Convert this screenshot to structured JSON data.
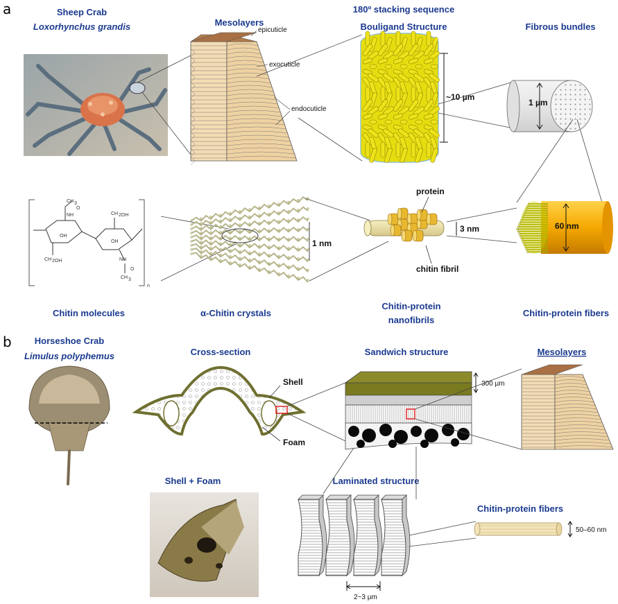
{
  "panel_a": {
    "letter": "a",
    "sheep_crab_title": "Sheep Crab",
    "sheep_crab_species": "Loxorhynchus grandis",
    "mesolayers": "Mesolayers",
    "epicuticle": "epicuticle",
    "exocuticle": "exocuticle",
    "endocuticle": "endocuticle",
    "stacking_title": "180º stacking sequence",
    "bouligand": "Bouligand Structure",
    "bouligand_scale": "~10 µm",
    "fibrous_bundles": "Fibrous bundles",
    "bundle_scale": "1 µm",
    "chitin_molecules": "Chitin molecules",
    "alpha_chitin": "α-Chitin crystals",
    "crystal_scale": "1 nm",
    "protein": "protein",
    "fibril_scale": "3 nm",
    "chitin_fibril": "chitin fibril",
    "nanofibrils_line1": "Chitin-protein",
    "nanofibrils_line2": "nanofibrils",
    "fiber_scale": "60 nm",
    "fibers": "Chitin-protein fibers",
    "chem": {
      "ch3": "CH",
      "three": "3",
      "o": "O",
      "nh": "NH",
      "oh": "OH",
      "ch2oh": "CH",
      "two_oh": "2OH",
      "n": "n"
    }
  },
  "panel_b": {
    "letter": "b",
    "horseshoe_title": "Horseshoe Crab",
    "horseshoe_species": "Limulus polyphemus",
    "cross_section": "Cross-section",
    "shell": "Shell",
    "foam": "Foam",
    "sandwich": "Sandwich structure",
    "sandwich_scale": "300 µm",
    "mesolayers": "Mesolayers",
    "shell_foam": "Shell + Foam",
    "laminated": "Laminated structure",
    "fibers": "Chitin-protein fibers",
    "fiber_scale": "50–60 nm",
    "lamina_scale": "2~3 µm"
  },
  "colors": {
    "label_blue": "#1a3a8f",
    "bouligand_yellow": "#e8e020",
    "fiber_orange": "#f5a800",
    "shell_olive": "#7a7a3a",
    "mesolayer_tan": "#f3dcb4",
    "mesolayer_top": "#b07a4a"
  }
}
